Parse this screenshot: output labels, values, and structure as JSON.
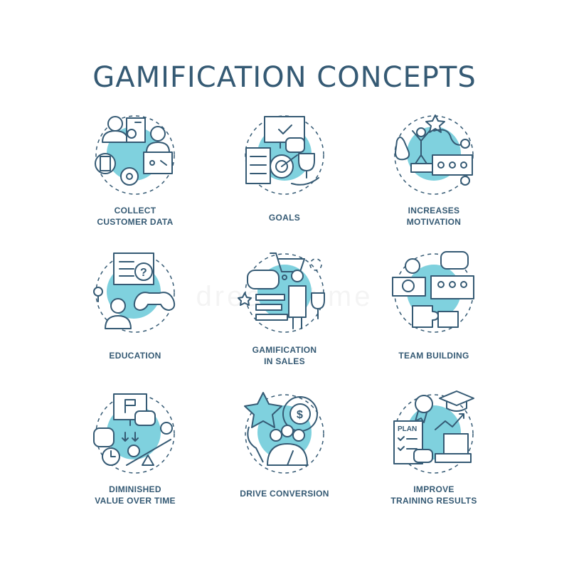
{
  "title": "GAMIFICATION CONCEPTS",
  "watermark": "dreamstime",
  "colors": {
    "accent": "#7fd1de",
    "stroke": "#355a74",
    "background": "#ffffff"
  },
  "concepts": [
    {
      "icon": "customer-data-icon",
      "line1": "COLLECT",
      "line2": "CUSTOMER DATA"
    },
    {
      "icon": "goals-icon",
      "line1": "GOALS",
      "line2": ""
    },
    {
      "icon": "motivation-icon",
      "line1": "INCREASES",
      "line2": "MOTIVATION"
    },
    {
      "icon": "education-icon",
      "line1": "EDUCATION",
      "line2": ""
    },
    {
      "icon": "sales-icon",
      "line1": "GAMIFICATION",
      "line2": "IN SALES"
    },
    {
      "icon": "team-building-icon",
      "line1": "TEAM BUILDING",
      "line2": ""
    },
    {
      "icon": "diminished-value-icon",
      "line1": "DIMINISHED",
      "line2": "VALUE OVER TIME"
    },
    {
      "icon": "drive-conversion-icon",
      "line1": "DRIVE CONVERSION",
      "line2": ""
    },
    {
      "icon": "training-results-icon",
      "line1": "IMPROVE",
      "line2": "TRAINING RESULTS"
    }
  ],
  "icon_text": {
    "plan_label": "PLAN",
    "dollar_sign": "$",
    "question_mark": "?"
  }
}
